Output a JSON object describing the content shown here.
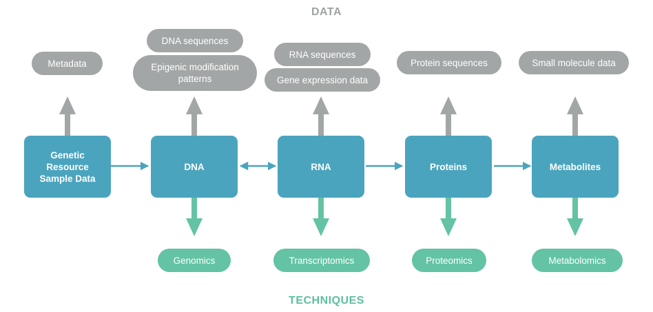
{
  "titles": {
    "data": "DATA",
    "techniques": "TECHNIQUES"
  },
  "nodes": [
    {
      "id": "genetic",
      "label": "Genetic Resource Sample Data"
    },
    {
      "id": "dna",
      "label": "DNA"
    },
    {
      "id": "rna",
      "label": "RNA"
    },
    {
      "id": "proteins",
      "label": "Proteins"
    },
    {
      "id": "metabolites",
      "label": "Metabolites"
    }
  ],
  "data_items": {
    "metadata": "Metadata",
    "dna_sequences": "DNA sequences",
    "epigenic": "Epigenic modification patterns",
    "rna_sequences": "RNA sequences",
    "gene_expression": "Gene expression data",
    "protein_sequences": "Protein sequences",
    "small_molecule": "Small molecule data"
  },
  "techniques": {
    "genomics": "Genomics",
    "transcriptomics": "Transcriptomics",
    "proteomics": "Proteomics",
    "metabolomics": "Metabolomics"
  },
  "colors": {
    "node": "#4ba4bd",
    "data_pill": "#a3a6a6",
    "technique_pill": "#63c3a4",
    "data_title": "#9ea3a3",
    "technique_title": "#5dbf9f",
    "flow_arrow": "#4ba4bd",
    "data_arrow": "#a3a6a6",
    "technique_arrow": "#63c3a4"
  }
}
